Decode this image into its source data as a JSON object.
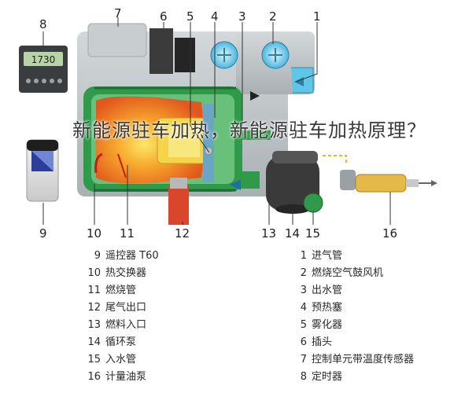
{
  "watermark": "新能源驻车加热，新能源驻车加热原理？",
  "timer": {
    "display": "1730"
  },
  "callouts": {
    "n1": "1",
    "n2": "2",
    "n3": "3",
    "n4": "4",
    "n5": "5",
    "n6": "6",
    "n7": "7",
    "n8": "8",
    "n9": "9",
    "n10": "10",
    "n11": "11",
    "n12": "12",
    "n13": "13",
    "n14": "14",
    "n15": "15",
    "n16": "16"
  },
  "legend_left": [
    {
      "num": "9",
      "text": "遥控器 T60"
    },
    {
      "num": "10",
      "text": "热交换器"
    },
    {
      "num": "11",
      "text": "燃烧管"
    },
    {
      "num": "12",
      "text": "尾气出口"
    },
    {
      "num": "13",
      "text": "燃料入口"
    },
    {
      "num": "14",
      "text": "循环泵"
    },
    {
      "num": "15",
      "text": "入水管"
    },
    {
      "num": "16",
      "text": "计量油泵"
    }
  ],
  "legend_right": [
    {
      "num": "1",
      "text": "进气管"
    },
    {
      "num": "2",
      "text": "燃烧空气鼓风机"
    },
    {
      "num": "3",
      "text": "出水管"
    },
    {
      "num": "4",
      "text": "预热塞"
    },
    {
      "num": "5",
      "text": "雾化器"
    },
    {
      "num": "6",
      "text": "插头"
    },
    {
      "num": "7",
      "text": "控制单元带温度传感器"
    },
    {
      "num": "8",
      "text": "定时器"
    }
  ],
  "colors": {
    "outer_gray": "#bfc5c7",
    "water_green": "#2f9b4a",
    "flame_orange": "#f28c1e",
    "flame_yellow": "#f7e04a",
    "exhaust_red": "#d9462c",
    "air_blue": "#5fc6e8"
  }
}
